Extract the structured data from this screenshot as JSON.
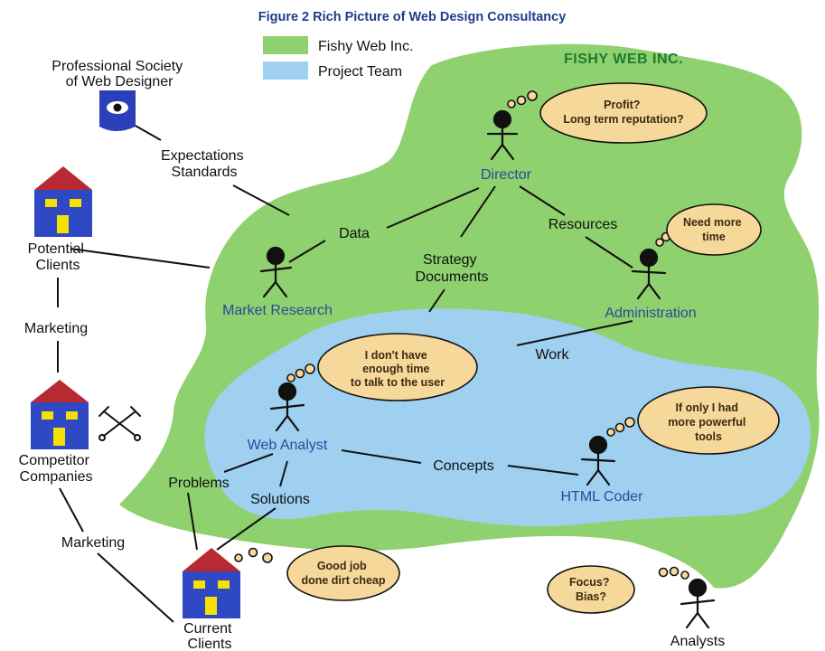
{
  "title": "Figure 2  Rich Picture of Web Design Consultancy",
  "legend": [
    {
      "label": "Fishy Web Inc.",
      "color": "#8fd16e"
    },
    {
      "label": "Project Team",
      "color": "#9fd0f0"
    }
  ],
  "org_label": "FISHY WEB INC.",
  "colors": {
    "company": "#8fd16e",
    "team": "#9fd0f0",
    "bubble": "#f7d89b",
    "role_text": "#2a4a9a",
    "house_wall": "#2f49c4",
    "house_roof": "#b82a32",
    "window": "#f6e100"
  },
  "external": {
    "society": [
      "Professional Society",
      "of Web Designer"
    ],
    "potential": [
      "Potential",
      "Clients"
    ],
    "competitor": [
      "Competitor",
      "Companies"
    ],
    "current": [
      "Current",
      "Clients"
    ]
  },
  "roles": {
    "director": "Director",
    "market": "Market Research",
    "admin": "Administration",
    "analyst": "Web Analyst",
    "coder": "HTML Coder",
    "analysts": "Analysts"
  },
  "links": {
    "expectations": [
      "Expectations",
      "Standards"
    ],
    "data": "Data",
    "strategy": [
      "Strategy",
      "Documents"
    ],
    "resources": "Resources",
    "work": "Work",
    "concepts": "Concepts",
    "problems": "Problems",
    "solutions": "Solutions",
    "marketing1": "Marketing",
    "marketing2": "Marketing"
  },
  "bubbles": {
    "director": [
      "Profit?",
      "Long term reputation?"
    ],
    "admin": [
      "Need more",
      "time"
    ],
    "analyst": [
      "I don't have",
      "enough time",
      "to talk to the user"
    ],
    "coder": [
      "If only I had",
      "more powerful",
      "tools"
    ],
    "clients": [
      "Good job",
      "done dirt cheap"
    ],
    "analysts": [
      "Focus?",
      "Bias?"
    ]
  }
}
